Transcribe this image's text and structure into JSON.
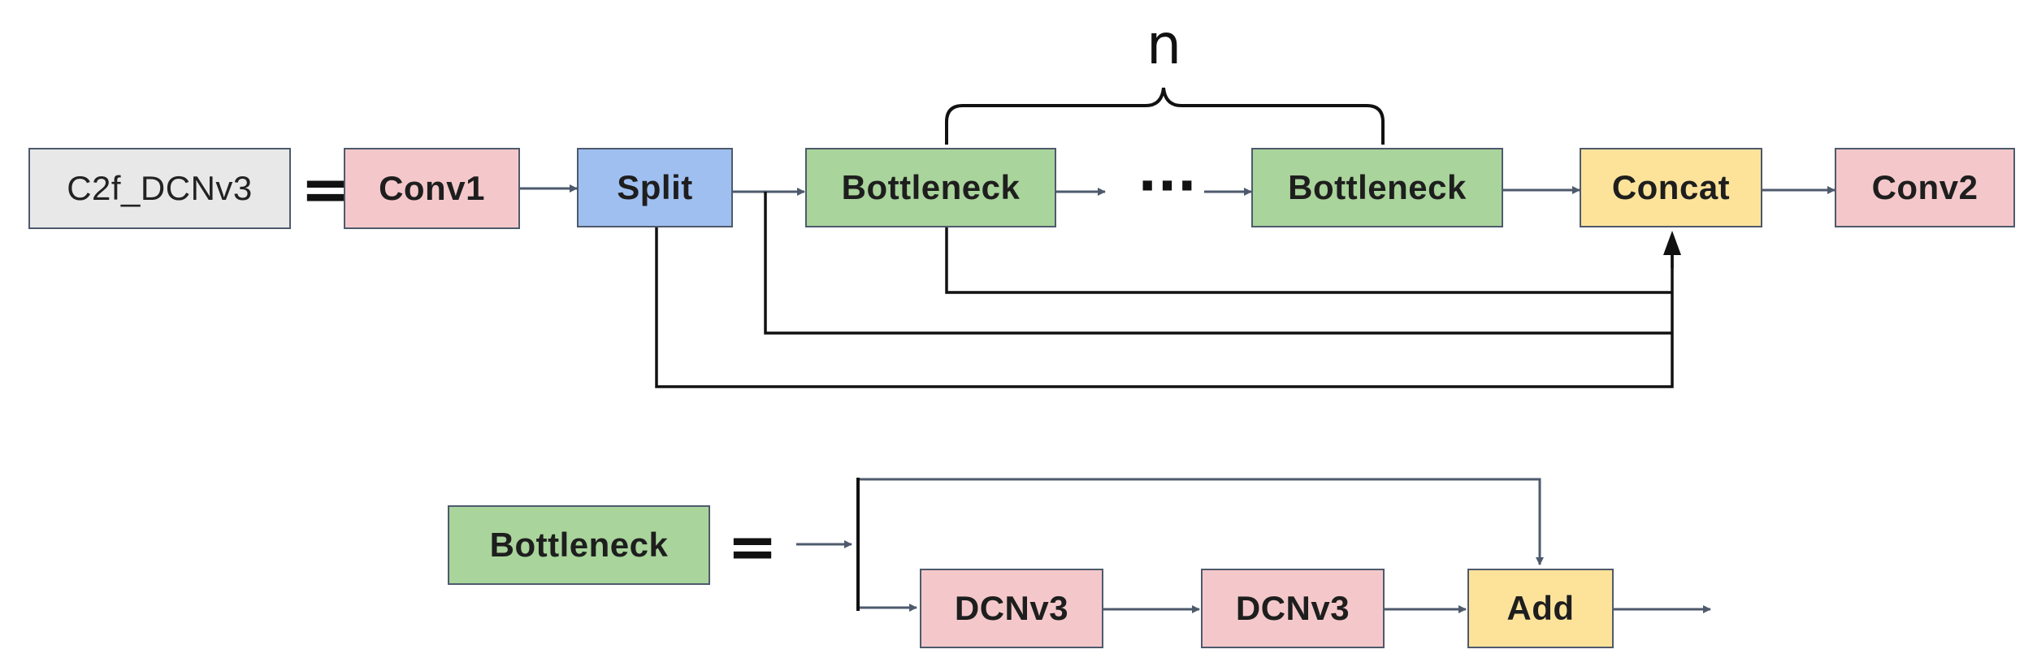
{
  "top_row": {
    "module_label": "C2f_DCNv3",
    "equals": "=",
    "conv1": "Conv1",
    "split": "Split",
    "bottleneck_first": "Bottleneck",
    "ellipsis": "···",
    "bottleneck_last": "Bottleneck",
    "concat": "Concat",
    "conv2": "Conv2",
    "repeat_label": "n"
  },
  "bottom_row": {
    "module_label": "Bottleneck",
    "equals": "=",
    "dcn_first": "DCNv3",
    "dcn_second": "DCNv3",
    "add": "Add"
  },
  "colors": {
    "gray": "#e8e8e8",
    "pink": "#f4c8ca",
    "blue": "#9fbff0",
    "green": "#a9d49b",
    "yellow": "#fde39a",
    "arrow": "#4e5a6c",
    "line": "#111111"
  }
}
